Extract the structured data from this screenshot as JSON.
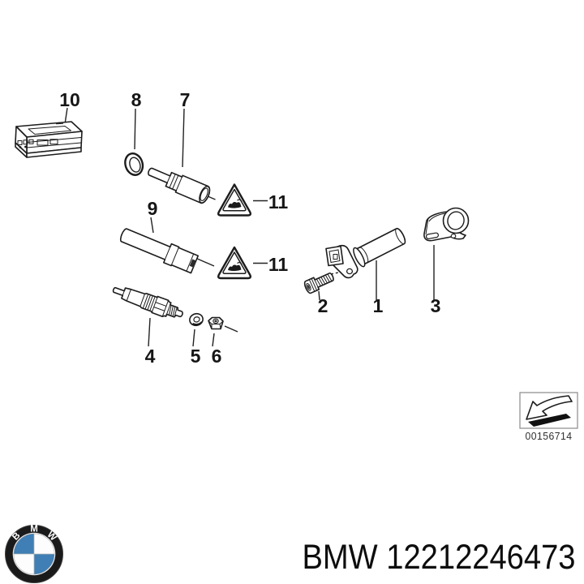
{
  "diagram": {
    "callouts": {
      "c1": "1",
      "c2": "2",
      "c3": "3",
      "c4": "4",
      "c5": "5",
      "c6": "6",
      "c7": "7",
      "c8": "8",
      "c9": "9",
      "c10": "10",
      "c11a": "11",
      "c11b": "11"
    },
    "stamp_code": "00156714",
    "icons": {
      "warning_triangle": "warning-triangle-icon",
      "direction_arrow": "direction-arrow-icon",
      "bmw_roundel": "bmw-roundel-logo"
    }
  },
  "footer": {
    "part_text": "BMW 12212246473"
  },
  "logo": {
    "letter_b": "B",
    "letter_m": "M",
    "letter_w": "W"
  },
  "colors": {
    "line": "#1c1c1c",
    "logo_blue": "#3f7fb5",
    "logo_ring": "#1a1a1a",
    "stamp_border": "#8a8a8a",
    "background": "#ffffff"
  }
}
